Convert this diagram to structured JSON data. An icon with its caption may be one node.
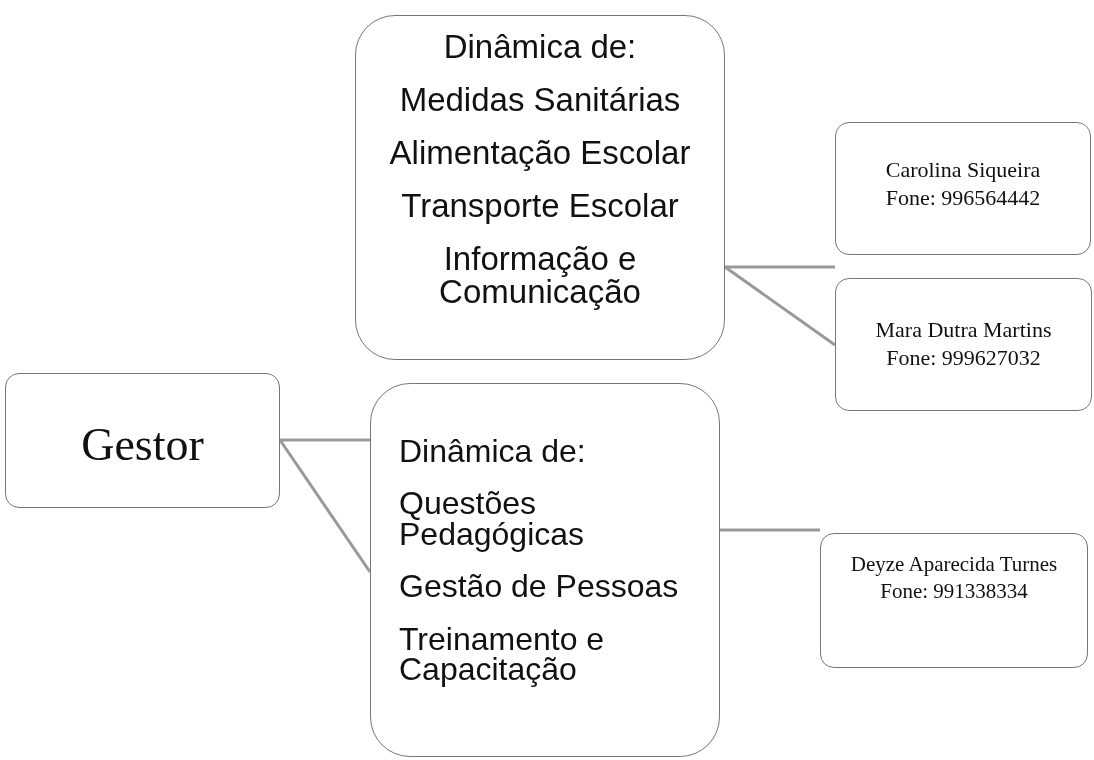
{
  "diagram": {
    "nodes": [
      {
        "text": [
          "Dinâmica de:",
          "Medidas Sanitárias",
          "Alimentação Escolar",
          "Transporte Escolar",
          "Informação e Comunicação"
        ]
      },
      {
        "text": [
          "Carolina Siqueira",
          "Fone: 996564442"
        ]
      },
      {
        "text": [
          "Mara Dutra Martins",
          "Fone: 999627032"
        ]
      },
      {
        "text": [
          "Gestor"
        ]
      },
      {
        "text": [
          "Dinâmica de:",
          "Questões Pedagógicas",
          "Gestão de Pessoas",
          "Treinamento e Capacitação"
        ]
      },
      {
        "text": [
          "Deyze Aparecida Turnes",
          "Fone: 991338334"
        ]
      }
    ],
    "edges": [
      {
        "from": 3,
        "to": 4,
        "arrow": "none"
      },
      {
        "from": 3,
        "to": 4,
        "arrow": "none"
      },
      {
        "from": 0,
        "to": 1,
        "arrow": "none"
      },
      {
        "from": 0,
        "to": 2,
        "arrow": "none"
      },
      {
        "from": 4,
        "to": 5,
        "arrow": "none"
      }
    ]
  }
}
